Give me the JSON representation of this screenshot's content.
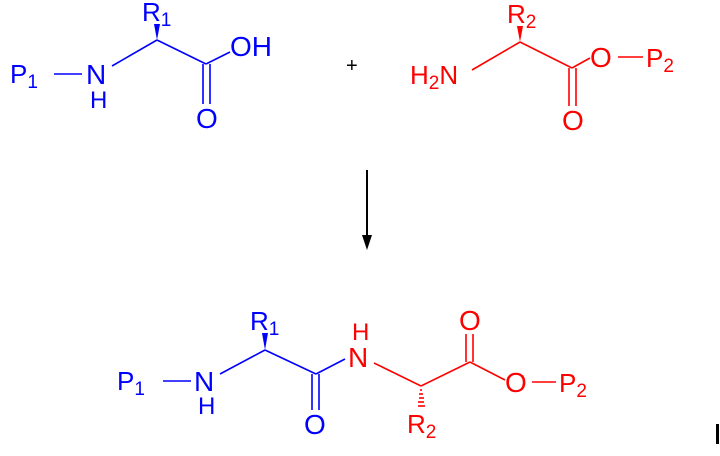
{
  "colors": {
    "residue_1": "#0000ff",
    "residue_2": "#ff0000",
    "arrow": "#000000"
  },
  "reactant_1": {
    "protecting_group": {
      "base": "P",
      "sub": "1"
    },
    "nh": {
      "n": "N",
      "h": "H"
    },
    "side_chain": {
      "base": "R",
      "sub": "1"
    },
    "carbonyl_o": "O",
    "hydroxyl": "OH"
  },
  "plus": "+",
  "reactant_2": {
    "amine": {
      "h": "H",
      "sub": "2",
      "n": "N"
    },
    "side_chain": {
      "base": "R",
      "sub": "2"
    },
    "carbonyl_o": "O",
    "ester_o": "O",
    "protecting_group": {
      "base": "P",
      "sub": "2"
    }
  },
  "product": {
    "protecting_group_1": {
      "base": "P",
      "sub": "1"
    },
    "nh_1": {
      "n": "N",
      "h": "H"
    },
    "side_chain_1": {
      "base": "R",
      "sub": "1"
    },
    "amide_o": "O",
    "nh_2": {
      "h": "H",
      "n": "N"
    },
    "side_chain_2": {
      "base": "R",
      "sub": "2"
    },
    "carbonyl_o": "O",
    "ester_o": "O",
    "protecting_group_2": {
      "base": "P",
      "sub": "2"
    }
  }
}
